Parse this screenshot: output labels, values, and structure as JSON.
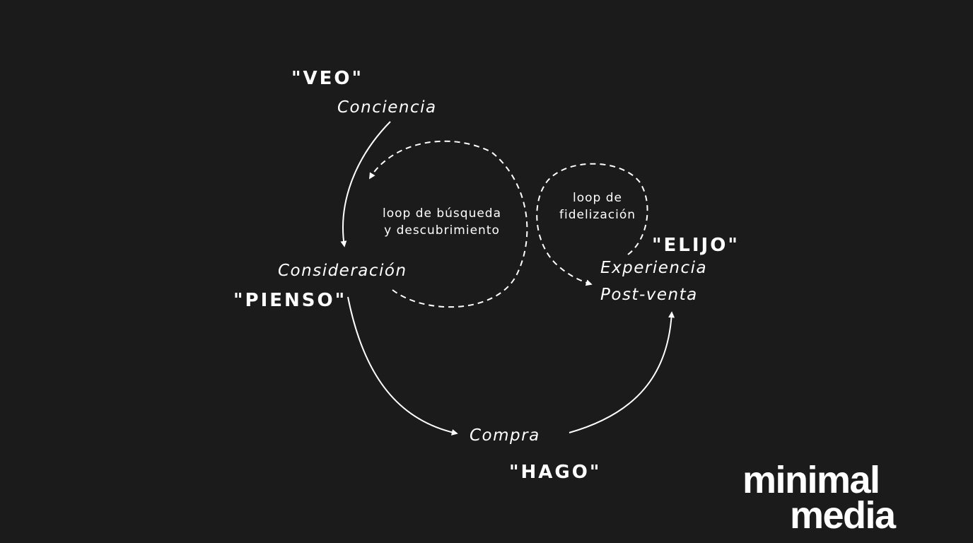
{
  "diagram": {
    "stages": {
      "veo": {
        "keyword": "\"VEO\"",
        "name": "Conciencia"
      },
      "pienso": {
        "keyword": "\"PIENSO\"",
        "name": "Consideración"
      },
      "hago": {
        "keyword": "\"HAGO\"",
        "name": "Compra"
      },
      "elijo": {
        "keyword": "\"ELIJO\"",
        "name_line1": "Experiencia",
        "name_line2": "Post-venta"
      }
    },
    "loops": {
      "search": {
        "line1": "loop de búsqueda",
        "line2": "y descubrimiento"
      },
      "loyalty": {
        "line1": "loop de",
        "line2": "fidelización"
      }
    },
    "colors": {
      "background": "#1b1b1b",
      "foreground": "#ffffff"
    }
  },
  "logo": {
    "line1": "minimal",
    "line2": "media"
  }
}
